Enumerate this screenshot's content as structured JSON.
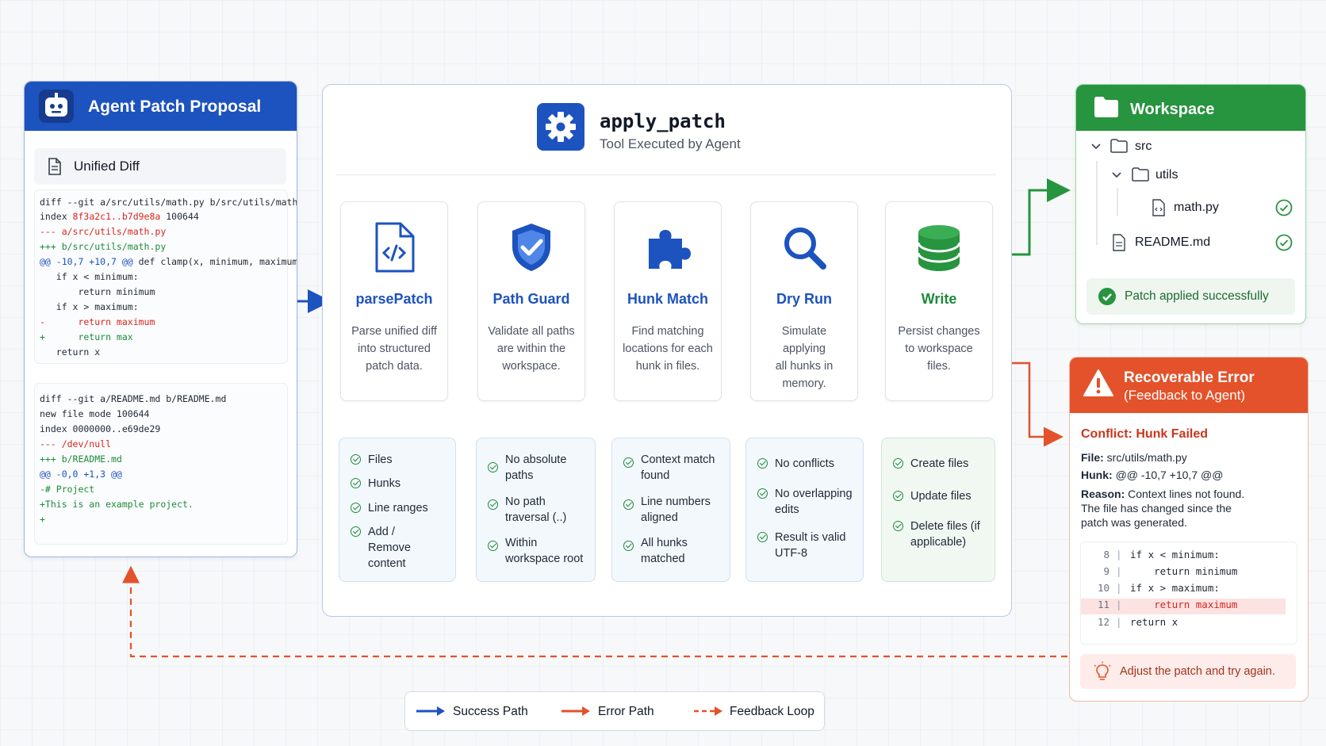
{
  "proposal": {
    "title": "Agent Patch Proposal",
    "diff_label": "Unified Diff",
    "diff1": {
      "l1": "diff --git a/src/utils/math.py b/src/utils/math.py",
      "l2a": "index ",
      "l2b": "8f3a2c1..b7d9e8a",
      "l2c": " 100644",
      "l3": "--- a/src/utils/math.py",
      "l4": "+++ b/src/utils/math.py",
      "l5a": "@@ -10,7 +10,7 @@ ",
      "l5b": "def clamp(x, minimum, maximum):",
      "l6": "   if x < minimum:",
      "l7": "       return minimum",
      "l8": "   if x > maximum:",
      "l9": "-      return maximum",
      "l10": "+      return max",
      "l11": "   return x"
    },
    "diff2": {
      "l1": "diff --git a/README.md b/README.md",
      "l2": "new file mode 100644",
      "l3": "index 0000000..e69de29",
      "l4": "--- /dev/null",
      "l5": "+++ b/README.md",
      "l6": "@@ -0,0 +1,3 @@",
      "l7": "-# Project",
      "l8": "+This is an example project.",
      "l9": "+"
    }
  },
  "tool": {
    "title": "apply_patch",
    "subtitle": "Tool Executed by Agent"
  },
  "stages": [
    {
      "title": "parsePatch",
      "desc": [
        "Parse unified diff",
        "into structured",
        "patch data."
      ],
      "checks": [
        "Files",
        "Hunks",
        "Line ranges",
        "Add / Remove content"
      ]
    },
    {
      "title": "Path Guard",
      "desc": [
        "Validate all paths",
        "are within the",
        "workspace."
      ],
      "checks": [
        "No absolute paths",
        "No path traversal (..)",
        "Within workspace root"
      ]
    },
    {
      "title": "Hunk Match",
      "desc": [
        "Find matching",
        "locations for each",
        "hunk in files."
      ],
      "checks": [
        "Context match found",
        "Line numbers aligned",
        "All hunks matched"
      ]
    },
    {
      "title": "Dry Run",
      "desc": [
        "Simulate applying",
        "all hunks in",
        "memory."
      ],
      "checks": [
        "No conflicts",
        "No overlapping edits",
        "Result is valid UTF-8"
      ]
    },
    {
      "title": "Write",
      "desc": [
        "Persist changes",
        "to workspace",
        "files."
      ],
      "checks": [
        "Create files",
        "Update files",
        "Delete files (if applicable)"
      ]
    }
  ],
  "workspace": {
    "title": "Workspace",
    "tree": [
      "src",
      "utils",
      "math.py",
      "README.md"
    ],
    "success": "Patch applied successfully"
  },
  "error": {
    "title1": "Recoverable Error",
    "title2": "(Feedback to Agent)",
    "conflict": "Conflict: Hunk Failed",
    "file_label": "File:",
    "file_value": "src/utils/math.py",
    "hunk_label": "Hunk:",
    "hunk_value": "@@ -10,7 +10,7 @@",
    "reason_label": "Reason:",
    "reason_value": "Context lines not found.",
    "reason_more1": "The file has changed since the",
    "reason_more2": "patch was generated.",
    "code": [
      {
        "n": "8",
        "src": "if x < minimum:"
      },
      {
        "n": "9",
        "src": "    return minimum"
      },
      {
        "n": "10",
        "src": "if x > maximum:"
      },
      {
        "n": "11",
        "src": "    return maximum"
      },
      {
        "n": "12",
        "src": "return x"
      }
    ],
    "tip": "Adjust the patch and try again."
  },
  "legend": {
    "success": "Success Path",
    "error": "Error Path",
    "feedback": "Feedback Loop"
  },
  "colors": {
    "blue": "#1d53bf",
    "green": "#27943f",
    "red": "#e3522a"
  },
  "icons": [
    "robot-icon",
    "document-icon",
    "gear-icon",
    "code-file-icon",
    "shield-check-icon",
    "puzzle-icon",
    "magnifier-icon",
    "database-icon",
    "folder-icon",
    "file-code-icon",
    "check-circle-icon",
    "warning-icon",
    "lightbulb-icon"
  ]
}
